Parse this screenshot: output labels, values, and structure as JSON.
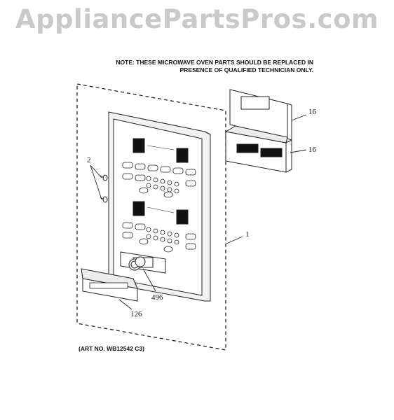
{
  "watermark": "AppliancePartsPros.com",
  "note": {
    "line1": "NOTE: THESE MICROWAVE OVEN PARTS SHOULD BE REPLACED IN",
    "line2": "PRESENCE OF QUALIFIED TECHNICIAN ONLY."
  },
  "art_number": "(ART NO. WB12542 C3)",
  "callouts": {
    "part_2": "2",
    "part_1": "1",
    "part_16_top": "16",
    "part_16_bottom": "16",
    "part_496": "496",
    "part_126": "126"
  }
}
